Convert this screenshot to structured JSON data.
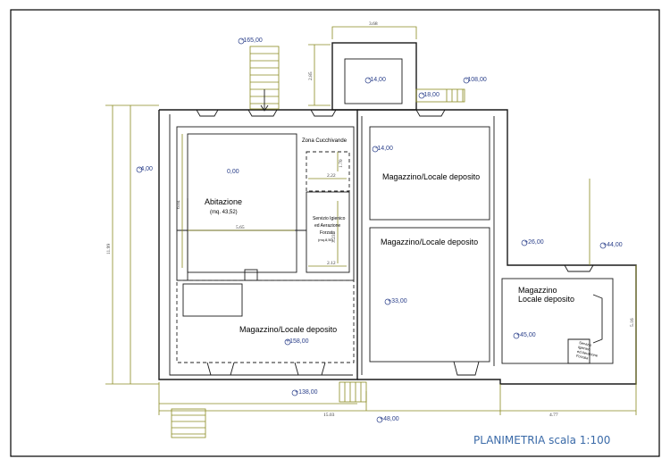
{
  "title": "PLANIMETRIA scala 1:100",
  "rooms": {
    "abitazione": "Abitazione",
    "abitazione_area": "(mq. 43,52)",
    "zona_cucina": "Zona Cucchivande",
    "servizio_1": "Servizio Igienico",
    "servizio_2": "ed Aerazione",
    "servizio_3": "Forzata",
    "servizio_area": "(mq.8,50)",
    "magazzino_top_right": "Magazzino/Locale deposito",
    "magazzino_mid_right": "Magazzino/Locale deposito",
    "magazzino_bottom_left": "Magazzino/Locale deposito",
    "magazzino_annex_1": "Magazzino",
    "magazzino_annex_2": "Locale deposito",
    "servizio_small_1": "Servizio",
    "servizio_small_2": "Igienico",
    "servizio_small_3": "ed Aerazione",
    "servizio_small_4": "Forzata"
  },
  "levels": {
    "stair_top": "-165,00",
    "tower": "-14,00",
    "right_stair": "-108,00",
    "landing": "-18,00",
    "left_wall": "-4,00",
    "abitazione": "0,00",
    "top_right": "-14,00",
    "annex_top": "+26,00",
    "annex_right": "+44,00",
    "mid_right": "+33,00",
    "annex": "+45,00",
    "magazzino": "+158,00",
    "front": "+138,00",
    "bottom": "+48,00"
  },
  "dimensions": {
    "tower_width": "3.68",
    "tower_height": "2.85",
    "cucina_height": "1.70",
    "cucina_width": "2.22",
    "abitazione_height": "6.04",
    "abitazione_width": "5.65",
    "servizio_height": "3.23",
    "servizio_width": "2.12",
    "total_height": "11.99",
    "total_width": "15.03",
    "annex_width": "4.77",
    "annex_height": "5.16"
  }
}
